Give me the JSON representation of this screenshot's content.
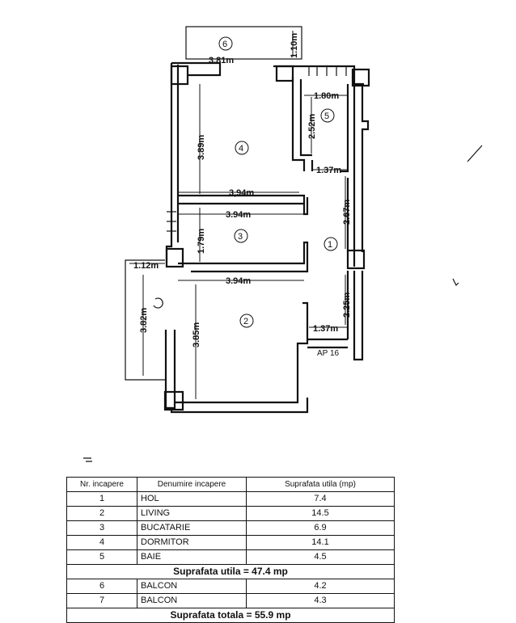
{
  "plan": {
    "dims": {
      "balcony_width": "3.81m",
      "balcony_depth": "1.10m",
      "bath_width": "1.80m",
      "bath_depth": "2.52m",
      "bath_door": "1.37m",
      "bedroom_depth": "3.89m",
      "bedroom_width": "3,94m",
      "kitchen_top": "3.94m",
      "kitchen_depth": "1.79m",
      "kitchen_bottom": "3.94m",
      "hall_upper": "2.67m",
      "hall_lower": "2.25m",
      "hall_door": "1.37m",
      "living_depth": "3.85m",
      "balcony7_depth": "3.82m",
      "balcony7_width": "1.12m"
    },
    "rooms": [
      "1",
      "2",
      "3",
      "4",
      "5",
      "6"
    ],
    "apartment_label": "AP 16"
  },
  "table": {
    "headers": [
      "Nr. incapere",
      "Denumire incapere",
      "Suprafata utila (mp)"
    ],
    "rows": [
      {
        "nr": "1",
        "name": "HOL",
        "area": "7.4"
      },
      {
        "nr": "2",
        "name": "LIVING",
        "area": "14.5"
      },
      {
        "nr": "3",
        "name": "BUCATARIE",
        "area": "6.9"
      },
      {
        "nr": "4",
        "name": "DORMITOR",
        "area": "14.1"
      },
      {
        "nr": "5",
        "name": "BAIE",
        "area": "4.5"
      }
    ],
    "useful_total": "Suprafata utila = 47.4 mp",
    "balconies": [
      {
        "nr": "6",
        "name": "BALCON",
        "area": "4.2"
      },
      {
        "nr": "7",
        "name": "BALCON",
        "area": "4.3"
      }
    ],
    "grand_total": "Suprafata totala = 55.9 mp"
  }
}
